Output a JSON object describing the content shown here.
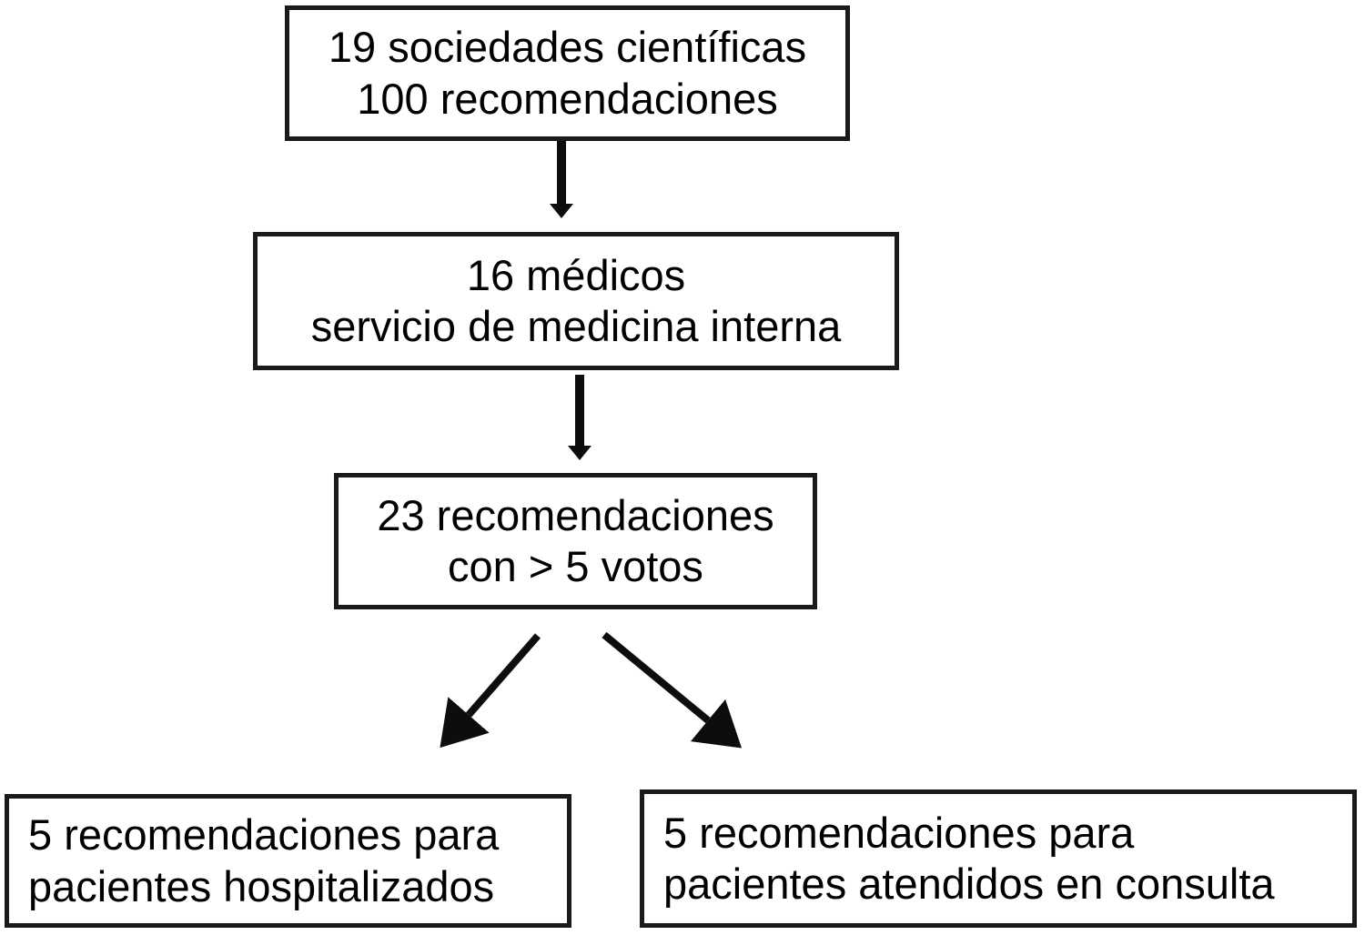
{
  "colors": {
    "background": "#ffffff",
    "border": "#1a1a1a",
    "line": "#0d0d0d",
    "text": "#000000"
  },
  "flowchart": {
    "nodes": [
      {
        "id": "sociedades-cientificas",
        "line1": "19 sociedades científicas",
        "line2": "100 recomendaciones"
      },
      {
        "id": "medicos-medicina-interna",
        "line1": "16 médicos",
        "line2": "servicio de medicina interna"
      },
      {
        "id": "recomendaciones-5-votos",
        "line1": "23 recomendaciones",
        "line2": "con > 5 votos"
      },
      {
        "id": "pacientes-hospitalizados",
        "line1": "5 recomendaciones para",
        "line2": "pacientes hospitalizados"
      },
      {
        "id": "pacientes-consulta",
        "line1": "5 recomendaciones para",
        "line2": "pacientes atendidos en consulta"
      }
    ],
    "edges": [
      {
        "from": "sociedades-cientificas",
        "to": "medicos-medicina-interna",
        "type": "arrow-down"
      },
      {
        "from": "medicos-medicina-interna",
        "to": "recomendaciones-5-votos",
        "type": "arrow-down"
      },
      {
        "from": "recomendaciones-5-votos",
        "to": "pacientes-hospitalizados",
        "type": "arrow-diagonal-left"
      },
      {
        "from": "recomendaciones-5-votos",
        "to": "pacientes-consulta",
        "type": "arrow-diagonal-right"
      }
    ]
  }
}
